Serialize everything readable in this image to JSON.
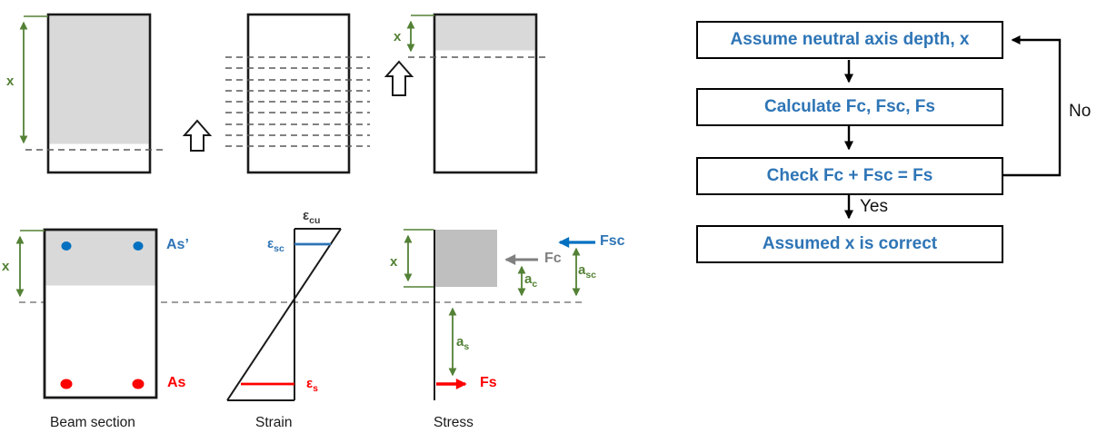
{
  "colors": {
    "accent_blue": "#2E75B6",
    "dot_blue": "#0070C0",
    "green": "#538135",
    "red": "#FF0000",
    "gray_fill_light": "#D9D9D9",
    "gray_fill_dark": "#BFBFBF",
    "gray_arrow": "#808080",
    "dash_gray": "#595959"
  },
  "top_row": {
    "dim_label_left": "x",
    "dim_label_right": "x"
  },
  "beam_section": {
    "caption": "Beam section",
    "dim_label": "x",
    "top_steel_label": "As’",
    "bottom_steel_label": "As"
  },
  "strain": {
    "caption": "Strain",
    "eps_cu": {
      "base": "ε",
      "sub": "cu"
    },
    "eps_sc": {
      "base": "ε",
      "sub": "sc"
    },
    "eps_s": {
      "base": "ε",
      "sub": "s"
    }
  },
  "stress": {
    "caption": "Stress",
    "dim_label": "x",
    "f_sc": "Fsc",
    "f_c": "Fc",
    "f_s": "Fs",
    "a_c": {
      "base": "a",
      "sub": "c"
    },
    "a_sc": {
      "base": "a",
      "sub": "sc"
    },
    "a_s": {
      "base": "a",
      "sub": "s"
    }
  },
  "flowchart": {
    "steps": [
      "Assume neutral axis depth, x",
      "Calculate Fc, Fsc, Fs",
      "Check Fc + Fsc = Fs",
      "Assumed x is correct"
    ],
    "yes_label": "Yes",
    "no_label": "No"
  }
}
